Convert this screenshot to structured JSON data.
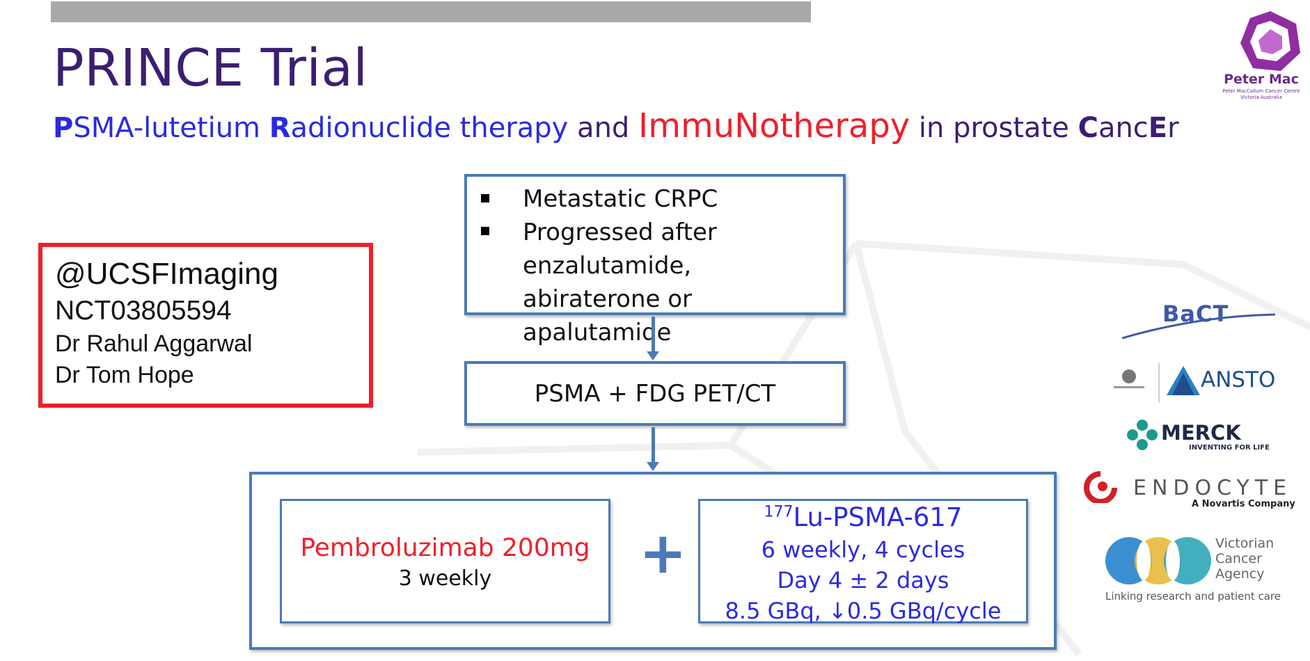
{
  "title": "PRINCE Trial",
  "subtitle": {
    "p1_bold": "P",
    "p1_rest": "SMA-lutetium ",
    "p2_bold": "R",
    "p2_rest": "adionuclide therapy",
    "and": " and ",
    "immuno": "ImmuNotherapy",
    "in": " in prostate ",
    "c_bold": "C",
    "anc": "anc",
    "e_bold": "E",
    "r": "r"
  },
  "logo_petermac": {
    "name": "Peter Mac",
    "sub": "Peter MacCallum Cancer Centre Victoria Australia"
  },
  "contact": {
    "handle": "@UCSFImaging",
    "nct": "NCT03805594",
    "investigator1": "Dr Rahul Aggarwal",
    "investigator2": "Dr Tom Hope"
  },
  "eligibility": {
    "item1": "Metastatic CRPC",
    "item2": "Progressed after enzalutamide, abiraterone or apalutamide"
  },
  "imaging": "PSMA + FDG PET/CT",
  "treatment": {
    "drug": "Pembroluzimab 200mg",
    "drug_schedule": "3 weekly",
    "plus": "+",
    "isotope_sup": "177",
    "isotope": "Lu-PSMA-617",
    "line1": "6 weekly, 4 cycles",
    "line2": "Day 4 ± 2 days",
    "line3": "8.5 GBq, ↓0.5 GBq/cycle"
  },
  "partners": {
    "bact": "BaCT",
    "ansto": "ANSTO",
    "merck": "MERCK",
    "merck_sub": "INVENTING FOR LIFE",
    "endocyte": "ENDOCYTE",
    "endocyte_sub": "A Novartis Company",
    "vca": "Victorian Cancer Agency",
    "vca_sub": "Linking research and patient care"
  },
  "colors": {
    "title": "#3b1e72",
    "blue": "#2a2ae0",
    "red": "#ef1f2a",
    "box_border": "#4a7ab8"
  }
}
